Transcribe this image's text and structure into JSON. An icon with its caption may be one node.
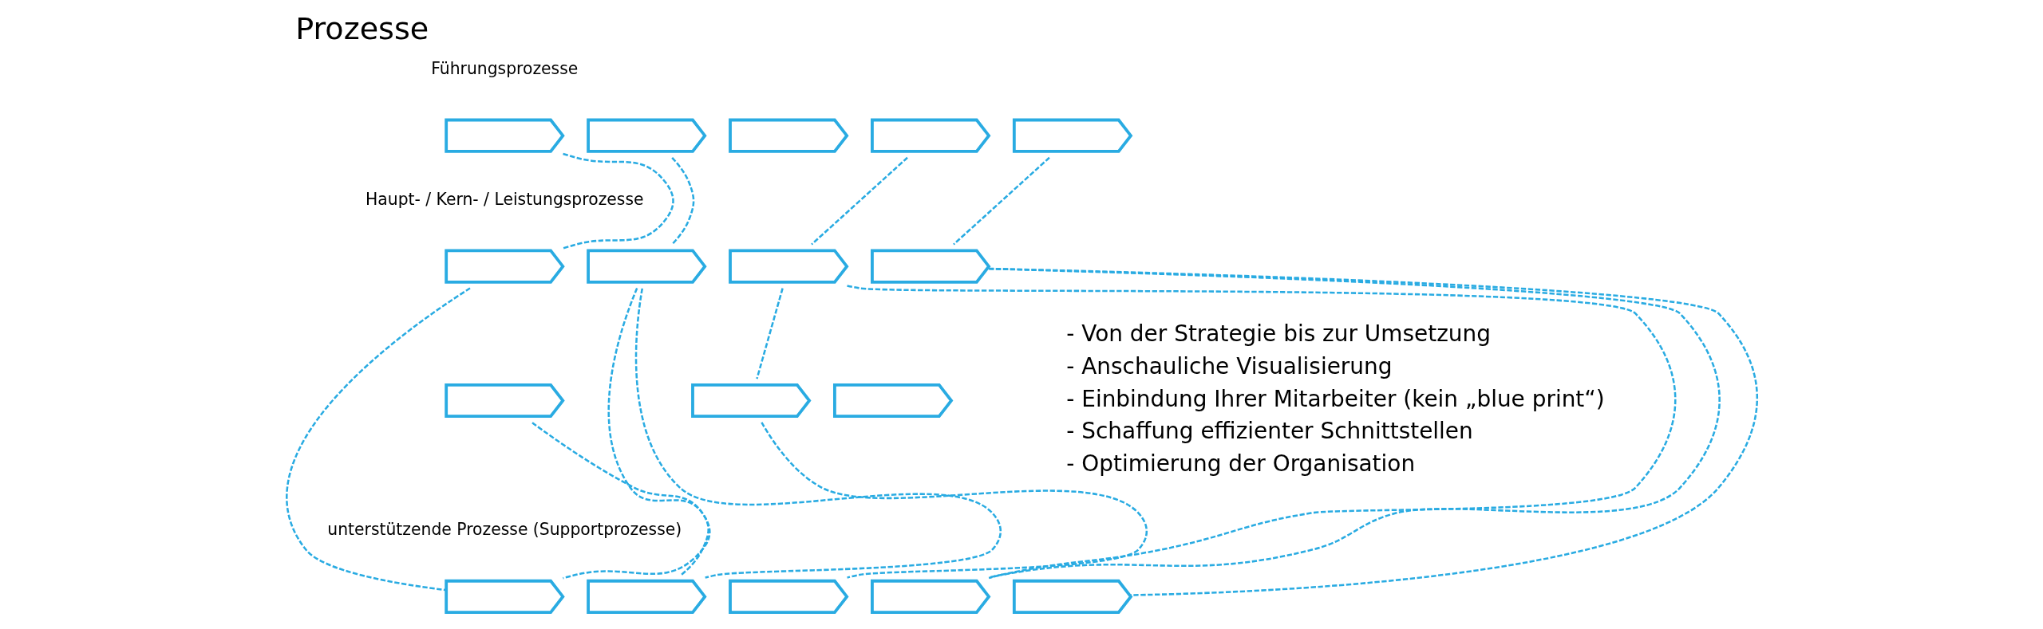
{
  "diagram": {
    "title": "Prozesse",
    "nodes": [
      {
        "text": [],
        "shape": "chevron"
      },
      {
        "text": [],
        "shape": "chevron"
      },
      {
        "text": [],
        "shape": "chevron"
      },
      {
        "text": [],
        "shape": "chevron"
      },
      {
        "text": [],
        "shape": "chevron"
      },
      {
        "text": [],
        "shape": "chevron"
      },
      {
        "text": [],
        "shape": "chevron"
      },
      {
        "text": [],
        "shape": "chevron"
      },
      {
        "text": [],
        "shape": "chevron"
      },
      {
        "text": [],
        "shape": "chevron"
      },
      {
        "text": [],
        "shape": "chevron"
      },
      {
        "text": [],
        "shape": "chevron"
      },
      {
        "text": [],
        "shape": "chevron"
      },
      {
        "text": [],
        "shape": "chevron"
      },
      {
        "text": [],
        "shape": "chevron"
      },
      {
        "text": [],
        "shape": "chevron"
      },
      {
        "text": [],
        "shape": "chevron"
      }
    ],
    "edges": [
      {
        "from": 0,
        "to": 5,
        "arrow": "none",
        "style": "dashed"
      },
      {
        "from": 1,
        "to": 6,
        "arrow": "none",
        "style": "dashed"
      },
      {
        "from": 3,
        "to": 7,
        "arrow": "none",
        "style": "dashed"
      },
      {
        "from": 4,
        "to": 8,
        "arrow": "none",
        "style": "dashed"
      },
      {
        "from": 5,
        "to": 12,
        "arrow": "none",
        "style": "dashed"
      },
      {
        "from": 6,
        "to": 12,
        "arrow": "none",
        "style": "dashed"
      },
      {
        "from": 6,
        "to": 13,
        "arrow": "none",
        "style": "dashed"
      },
      {
        "from": 9,
        "to": 13,
        "arrow": "none",
        "style": "dashed"
      },
      {
        "from": 7,
        "to": 10,
        "arrow": "none",
        "style": "dashed"
      },
      {
        "from": 10,
        "to": 14,
        "arrow": "none",
        "style": "dashed"
      },
      {
        "from": 7,
        "to": 15,
        "arrow": "none",
        "style": "dashed"
      },
      {
        "from": 8,
        "to": 15,
        "arrow": "none",
        "style": "dashed"
      },
      {
        "from": 8,
        "to": 16,
        "arrow": "none",
        "style": "dashed"
      }
    ],
    "labels": [
      "Führungsprozesse",
      "Haupt- / Kern- / Leistungsprozesse",
      "unterstützende Prozesse (Supportprozesse)",
      "- Von der Strategie bis zur Umsetzung",
      "- Anschauliche Visualisierung",
      "- Einbindung Ihrer Mitarbeiter (kein „blue print“)",
      "- Schaffung effizienter Schnittstellen",
      "- Optimierung der Organisation"
    ]
  }
}
